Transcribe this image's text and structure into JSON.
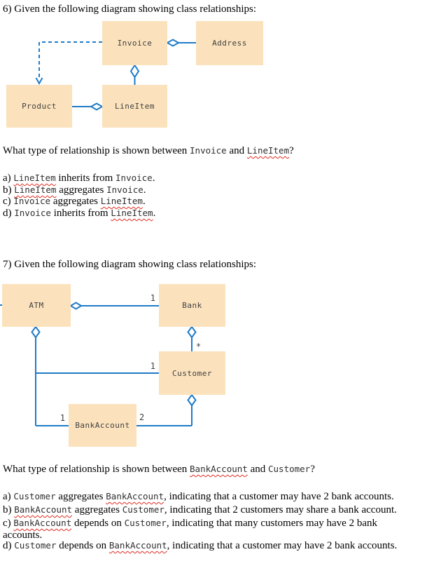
{
  "colors": {
    "box_fill": "#fbe2bd",
    "diagram_line": "#1f7bc7",
    "box_text": "#3f3f3f",
    "mono_text": "#2e2e2e",
    "body_text": "#000000",
    "squiggle": "#e02a1e"
  },
  "q6": {
    "heading": "6) Given the following diagram showing class relationships:",
    "diagram": {
      "boxes": {
        "invoice": "Invoice",
        "address": "Address",
        "product": "Product",
        "lineitem": "LineItem"
      }
    },
    "question": [
      {
        "t": "What type of relationship is shown between "
      },
      {
        "t": "Invoice",
        "m": true
      },
      {
        "t": " and "
      },
      {
        "t": "LineItem",
        "m": true,
        "s": true
      },
      {
        "t": "?"
      }
    ],
    "option_lines": [
      [
        {
          "t": "a) "
        },
        {
          "t": "LineItem",
          "m": true,
          "s": true
        },
        {
          "t": " inherits from "
        },
        {
          "t": "Invoice",
          "m": true
        },
        {
          "t": "."
        }
      ],
      [
        {
          "t": "b) "
        },
        {
          "t": "LineItem",
          "m": true,
          "s": true
        },
        {
          "t": " aggregates "
        },
        {
          "t": "Invoice",
          "m": true
        },
        {
          "t": "."
        }
      ],
      [
        {
          "t": "c) "
        },
        {
          "t": "Invoice",
          "m": true
        },
        {
          "t": " aggregates "
        },
        {
          "t": "LineItem",
          "m": true,
          "s": true
        },
        {
          "t": "."
        }
      ],
      [
        {
          "t": "d) "
        },
        {
          "t": "Invoice",
          "m": true
        },
        {
          "t": " inherits from "
        },
        {
          "t": "LineItem",
          "m": true,
          "s": true
        },
        {
          "t": "."
        }
      ]
    ]
  },
  "q7": {
    "heading": "7) Given the following diagram showing class relationships:",
    "diagram": {
      "boxes": {
        "atm": "ATM",
        "bank": "Bank",
        "customer": "Customer",
        "bankaccount": "BankAccount"
      },
      "multiplicities": {
        "atm_bank": "1",
        "atm_customer": "1",
        "atm_bankaccount": "1",
        "customer_bankaccount": "2",
        "bank_customer": "*"
      }
    },
    "question": [
      {
        "t": "What type of relationship is shown between "
      },
      {
        "t": "BankAccount",
        "m": true,
        "s": true
      },
      {
        "t": " and "
      },
      {
        "t": "Customer",
        "m": true
      },
      {
        "t": "?"
      }
    ],
    "option_lines": [
      [
        {
          "t": "a) "
        },
        {
          "t": "Customer",
          "m": true
        },
        {
          "t": " aggregates "
        },
        {
          "t": "BankAccount",
          "m": true,
          "s": true
        },
        {
          "t": ", indicating that a customer may have 2 bank accounts."
        }
      ],
      [
        {
          "t": "b) "
        },
        {
          "t": "BankAccount",
          "m": true,
          "s": true
        },
        {
          "t": " aggregates "
        },
        {
          "t": "Customer",
          "m": true
        },
        {
          "t": ", indicating that 2 customers may share a bank account."
        }
      ],
      [
        {
          "t": "c) "
        },
        {
          "t": "BankAccount",
          "m": true,
          "s": true
        },
        {
          "t": " depends on "
        },
        {
          "t": "Customer",
          "m": true
        },
        {
          "t": ", indicating that many customers may have 2 bank"
        }
      ],
      [
        {
          "t": "accounts."
        }
      ],
      [
        {
          "t": "d) "
        },
        {
          "t": "Customer",
          "m": true
        },
        {
          "t": " depends on "
        },
        {
          "t": "BankAccount",
          "m": true,
          "s": true
        },
        {
          "t": ", indicating that a customer may have 2 bank accounts."
        }
      ]
    ]
  }
}
